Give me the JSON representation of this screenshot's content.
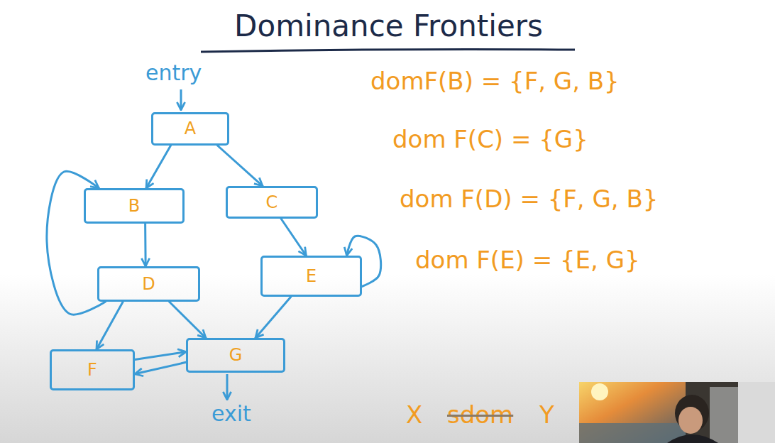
{
  "diagram": {
    "title": "Dominance Frontiers",
    "nodes": [
      {
        "text": [
          "A"
        ]
      },
      {
        "text": [
          "B"
        ]
      },
      {
        "text": [
          "C"
        ]
      },
      {
        "text": [
          "D"
        ]
      },
      {
        "text": [
          "E"
        ]
      },
      {
        "text": [
          "F"
        ]
      },
      {
        "text": [
          "G"
        ]
      }
    ],
    "edges": [
      {
        "from": 0,
        "to": 1,
        "arrow": "to"
      },
      {
        "from": 0,
        "to": 2,
        "arrow": "to"
      },
      {
        "from": 1,
        "to": 3,
        "arrow": "to"
      },
      {
        "from": 3,
        "to": 1,
        "arrow": "to"
      },
      {
        "from": 2,
        "to": 4,
        "arrow": "to"
      },
      {
        "from": 4,
        "to": 4,
        "arrow": "to"
      },
      {
        "from": 3,
        "to": 5,
        "arrow": "to"
      },
      {
        "from": 3,
        "to": 6,
        "arrow": "to"
      },
      {
        "from": 4,
        "to": 6,
        "arrow": "to"
      },
      {
        "from": 5,
        "to": 6,
        "arrow": "to"
      },
      {
        "from": 6,
        "to": 5,
        "arrow": "to"
      }
    ],
    "labels": [
      "entry",
      "exit",
      "domF(B) = {F, G, B}",
      "dom F(C) = {G}",
      "dom F(D) = {F, G, B}",
      "dom F(E) = {E, G}",
      "X",
      "sdom",
      "Y"
    ]
  }
}
